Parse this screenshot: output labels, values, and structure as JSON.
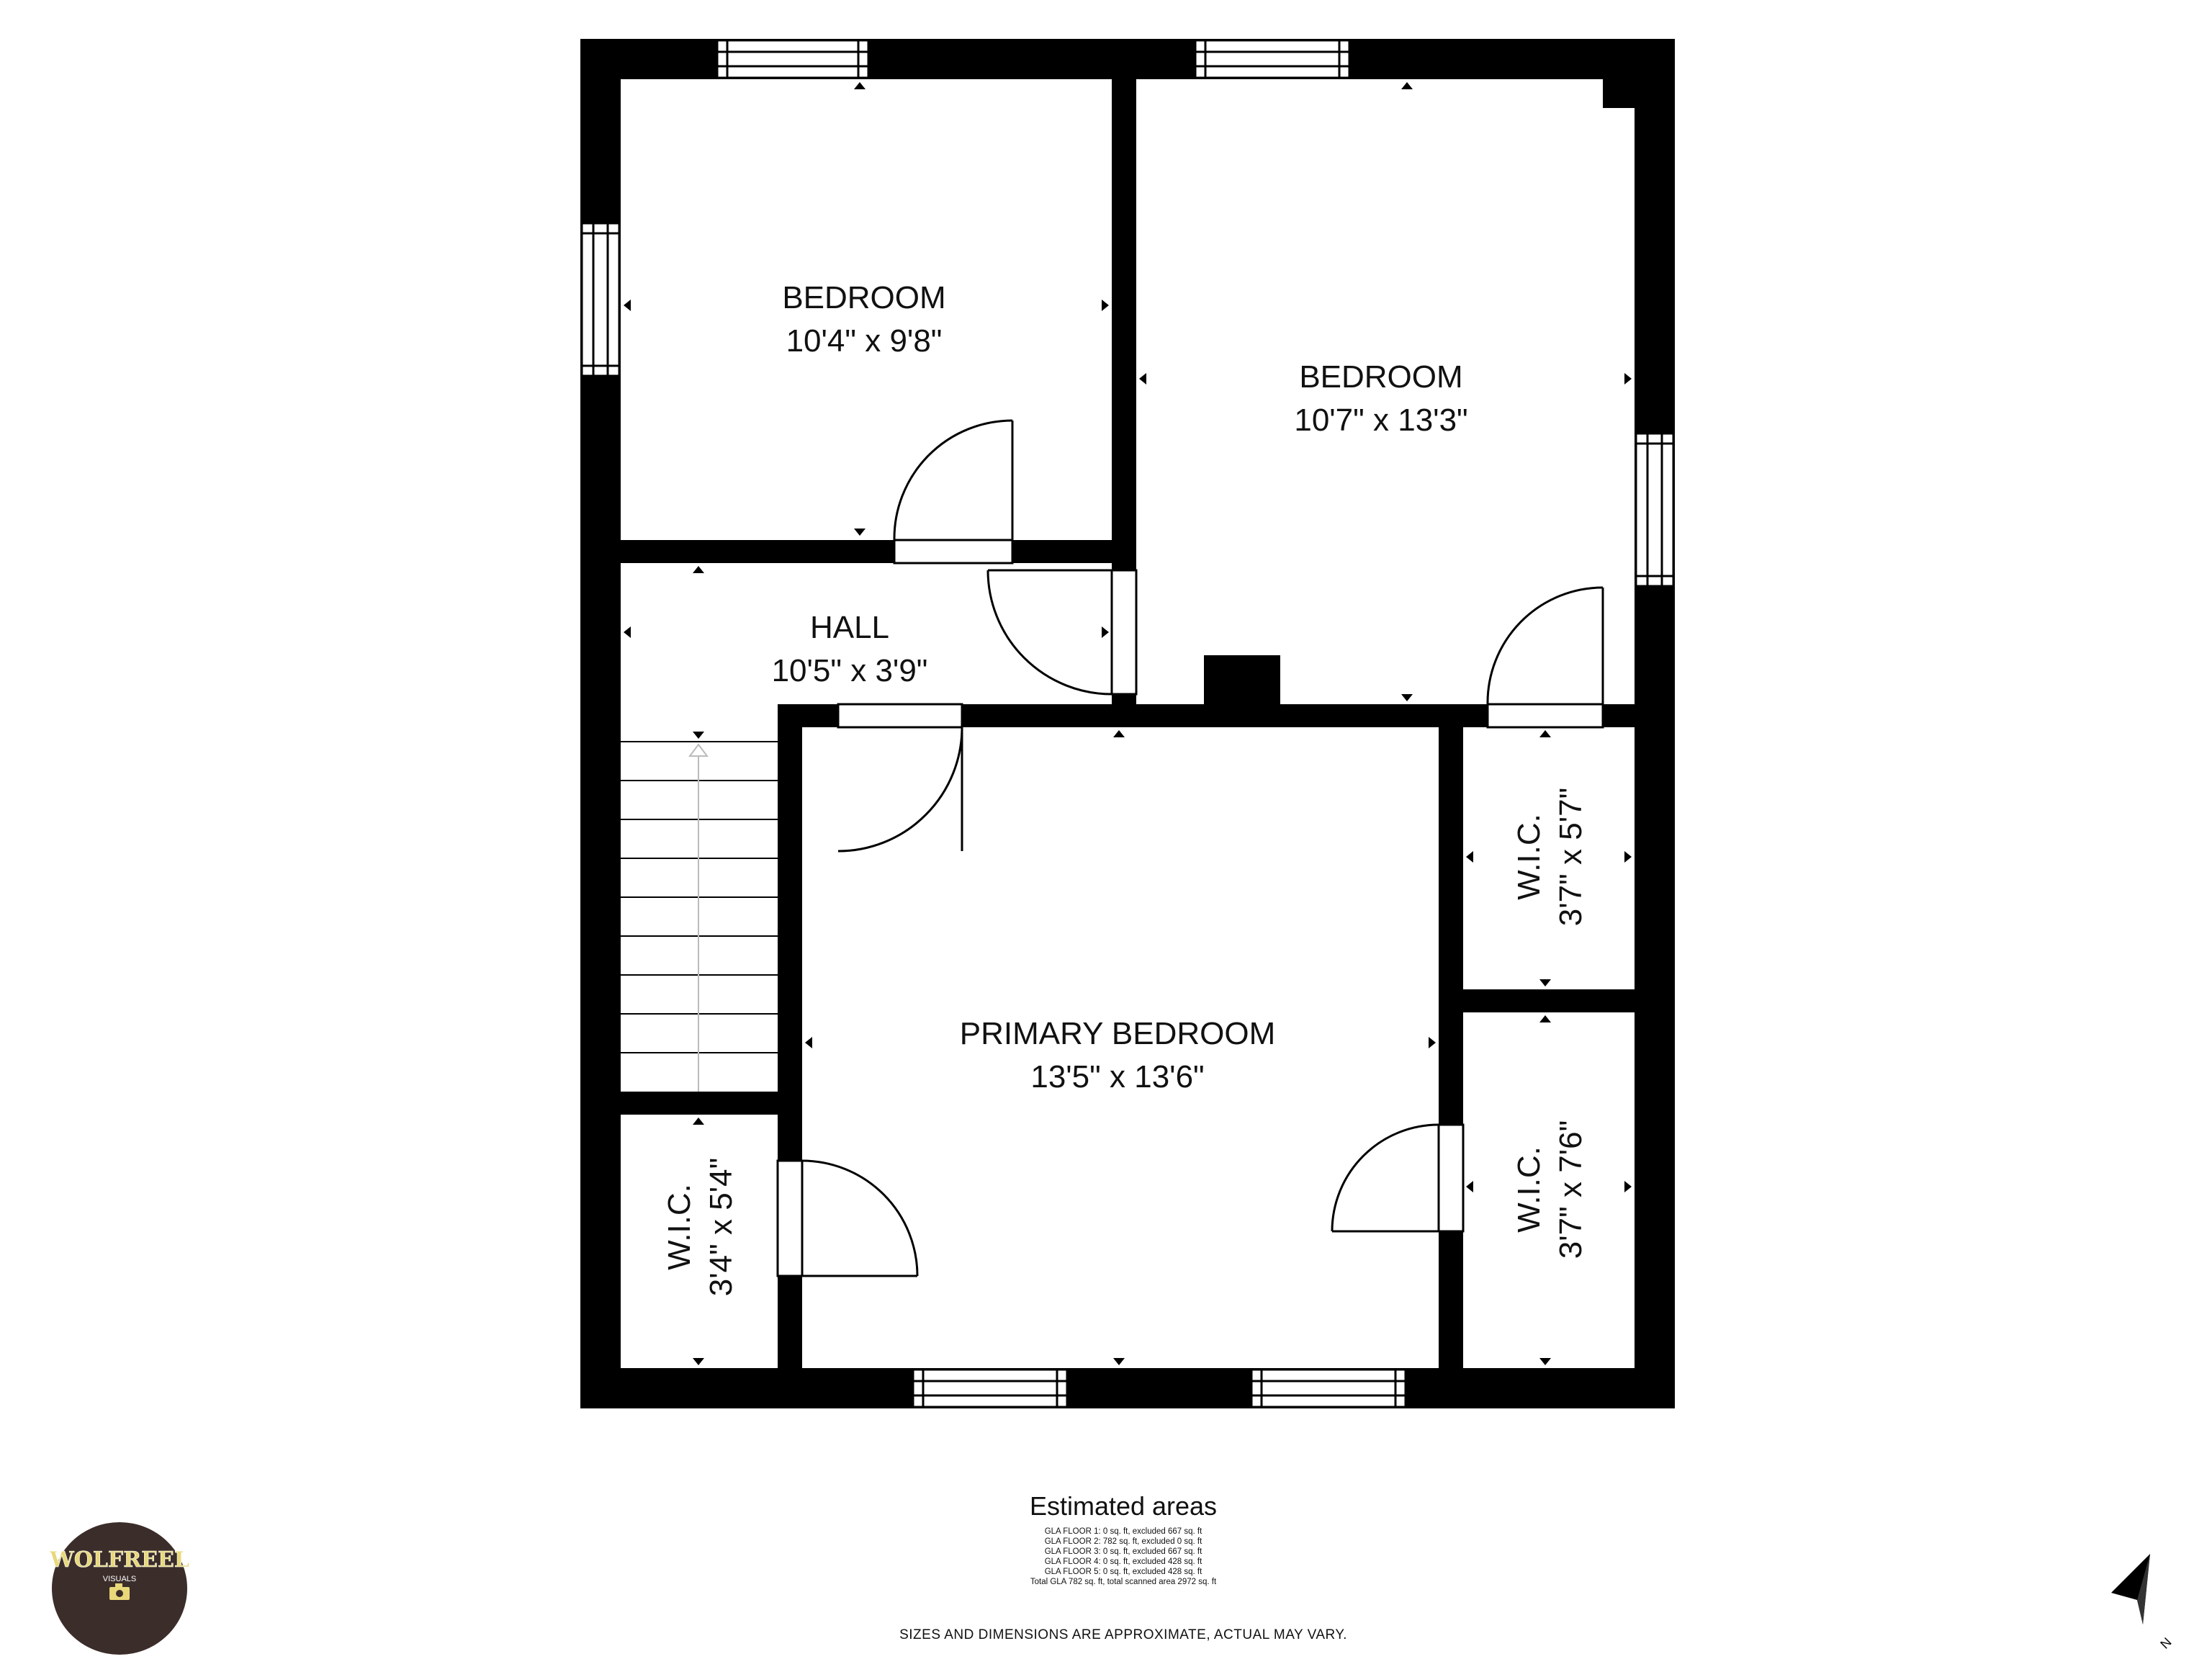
{
  "colors": {
    "wall": "#000000",
    "background": "#ffffff",
    "logo_bg": "#3b2d2a",
    "logo_text": "#e8d87a"
  },
  "rooms": {
    "bedroom_1": {
      "name": "BEDROOM",
      "dims": "10'4\" x 9'8\""
    },
    "bedroom_2": {
      "name": "BEDROOM",
      "dims": "10'7\" x 13'3\""
    },
    "hall": {
      "name": "HALL",
      "dims": "10'5\" x 3'9\""
    },
    "primary": {
      "name": "PRIMARY BEDROOM",
      "dims": "13'5\" x 13'6\""
    },
    "wic_left": {
      "name": "W.I.C.",
      "dims": "3'4\" x 5'4\""
    },
    "wic_upper": {
      "name": "W.I.C.",
      "dims": "3'7\" x 5'7\""
    },
    "wic_lower": {
      "name": "W.I.C.",
      "dims": "3'7\" x 7'6\""
    }
  },
  "areas": {
    "title": "Estimated areas",
    "lines": [
      "GLA FLOOR 1: 0 sq. ft, excluded 667 sq. ft",
      "GLA FLOOR 2: 782 sq. ft, excluded 0 sq. ft",
      "GLA FLOOR 3: 0 sq. ft, excluded 667 sq. ft",
      "GLA FLOOR 4: 0 sq. ft, excluded 428 sq. ft",
      "GLA FLOOR 5: 0 sq. ft, excluded 428 sq. ft",
      "Total GLA 782 sq. ft, total scanned area 2972 sq. ft"
    ]
  },
  "disclaimer": "SIZES AND DIMENSIONS ARE APPROXIMATE, ACTUAL MAY VARY.",
  "logo": {
    "name": "WOLFREEL",
    "sub": "VISUALS"
  },
  "compass": {
    "label": "N",
    "icon": "north-arrow-icon"
  }
}
